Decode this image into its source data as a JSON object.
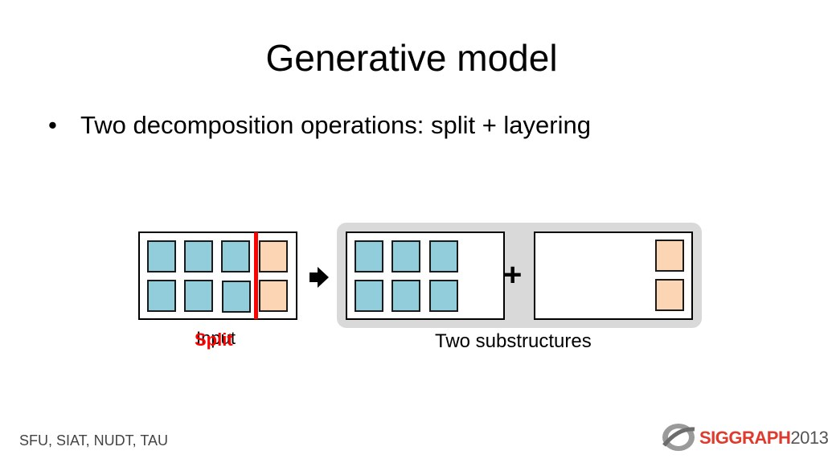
{
  "slide": {
    "title": "Generative model",
    "bullet": "Two decomposition operations: split + layering",
    "bullet_marker": "•"
  },
  "diagram": {
    "left_label_under": "Input",
    "left_label_over": "Split",
    "right_label": "Two substructures",
    "operator": "+",
    "colors": {
      "blue": "#92cddc",
      "peach": "#fcd5b5",
      "split_line": "#ff0000",
      "panel": "#d9d9d9"
    }
  },
  "footer": {
    "affiliations": "SFU, SIAT, NUDT, TAU",
    "logo_brand": "SIGGRAPH",
    "logo_year": "2013"
  }
}
